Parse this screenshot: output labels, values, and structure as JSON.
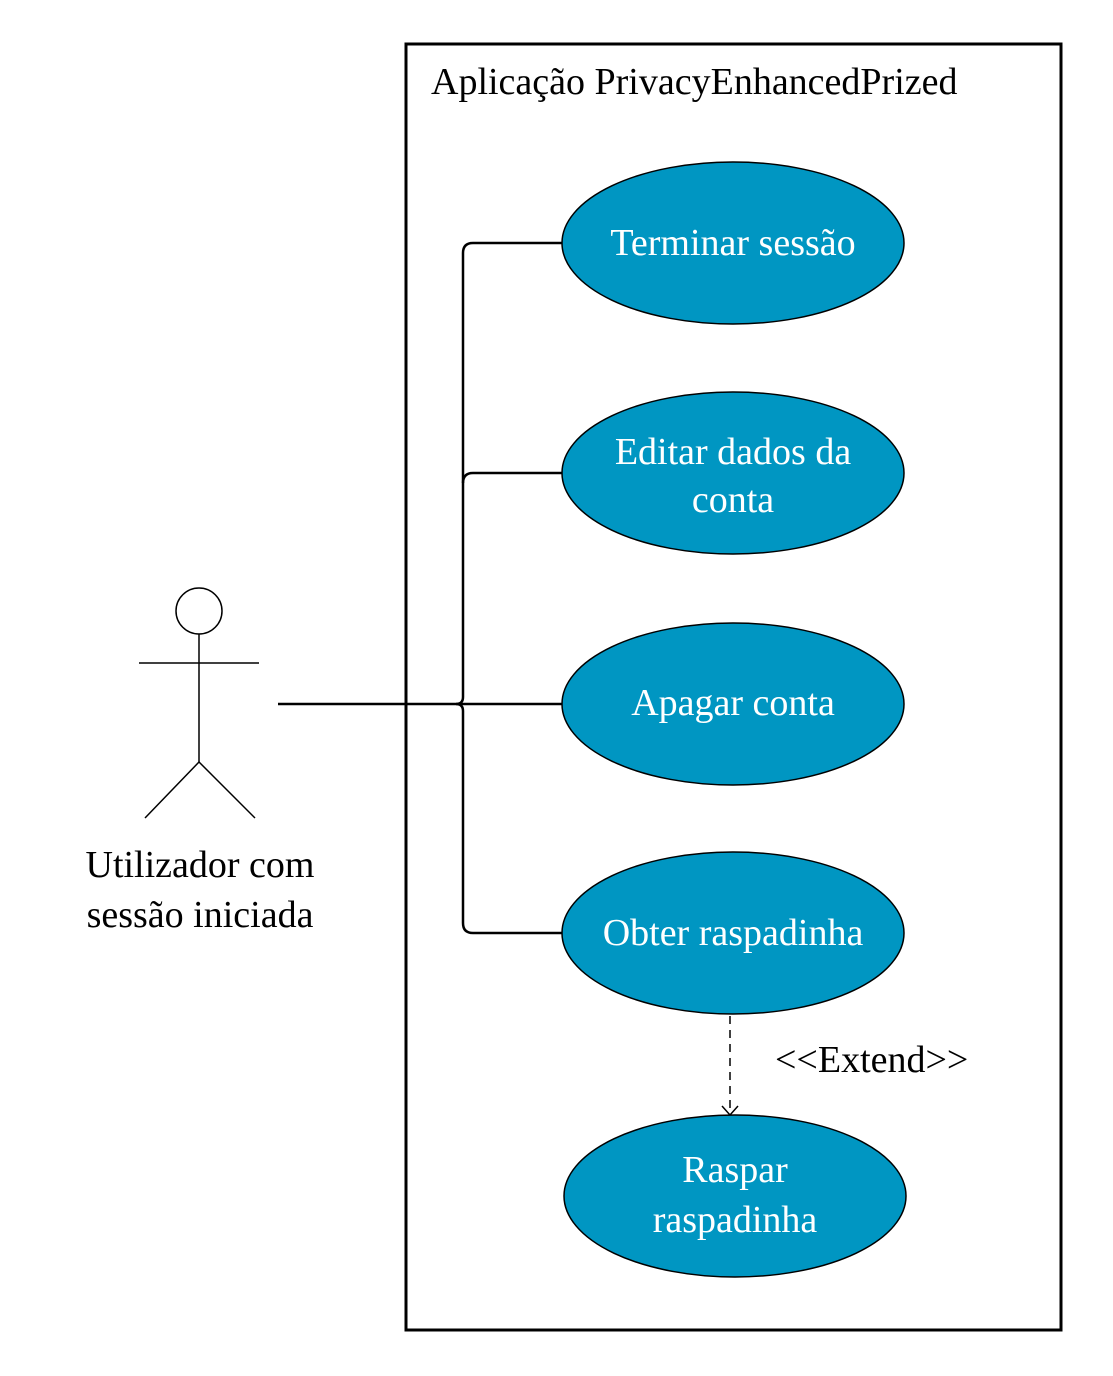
{
  "system": {
    "title": "Aplicação PrivacyEnhancedPrized"
  },
  "actor": {
    "line1": "Utilizador com",
    "line2": "sessão iniciada"
  },
  "use_cases": {
    "terminar": {
      "line1": "Terminar sessão"
    },
    "editar": {
      "line1": "Editar dados da",
      "line2": "conta"
    },
    "apagar": {
      "line1": "Apagar conta"
    },
    "obter": {
      "line1": "Obter raspadinha"
    },
    "raspar": {
      "line1": "Raspar",
      "line2": "raspadinha"
    }
  },
  "relations": {
    "extend_label": "<<Extend>>"
  },
  "colors": {
    "use_case_fill": "#0096c2",
    "line": "#000000"
  }
}
